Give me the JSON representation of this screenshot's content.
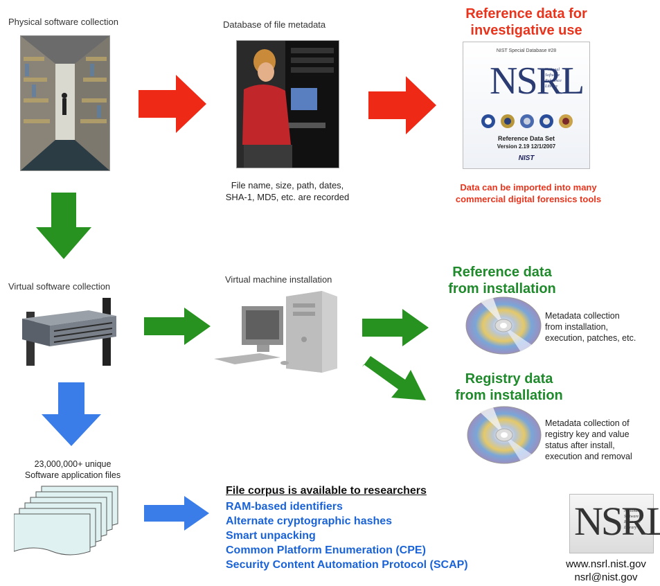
{
  "physical": {
    "label": "Physical software collection"
  },
  "database": {
    "label": "Database of file metadata",
    "caption": [
      "File name, size, path, dates,",
      "SHA-1, MD5, etc. are recorded"
    ]
  },
  "reference": {
    "title": [
      "Reference data for",
      "investigative use"
    ],
    "subtitle": [
      "Data can be imported into many",
      "commercial digital forensics tools"
    ],
    "cover": {
      "top_text": "NIST Special Database #28",
      "logo_side": [
        "National",
        "Software",
        "Reference",
        "Library"
      ],
      "set_label": "Reference Data Set",
      "version": "Version 2.19  12/1/2007",
      "footer": "NIST"
    }
  },
  "virtual": {
    "label": "Virtual software collection"
  },
  "vm": {
    "label": "Virtual machine installation"
  },
  "ref_install": {
    "title": [
      "Reference data",
      "from installation"
    ],
    "desc": [
      "Metadata collection",
      "from installation,",
      "execution, patches, etc."
    ]
  },
  "registry": {
    "title": [
      "Registry data",
      "from installation"
    ],
    "desc": [
      "Metadata collection of",
      "registry key and value",
      "status after install,",
      "execution and removal"
    ]
  },
  "files": {
    "label": [
      "23,000,000+ unique",
      "Software application files"
    ]
  },
  "corpus": {
    "heading": "File corpus is available to researchers",
    "items": [
      "RAM-based identifiers",
      "Alternate cryptographic hashes",
      "Smart unpacking",
      "Common Platform Enumeration (CPE)",
      "Security Content Automation Protocol (SCAP)"
    ]
  },
  "contact": {
    "logo_side": [
      "National",
      "Software",
      "Reference",
      "Library"
    ],
    "web": "www.nsrl.nist.gov",
    "email": "nsrl@nist.gov"
  },
  "colors": {
    "red": "#e8341c",
    "green": "#1f8a2b",
    "blue": "#3a7de8"
  }
}
